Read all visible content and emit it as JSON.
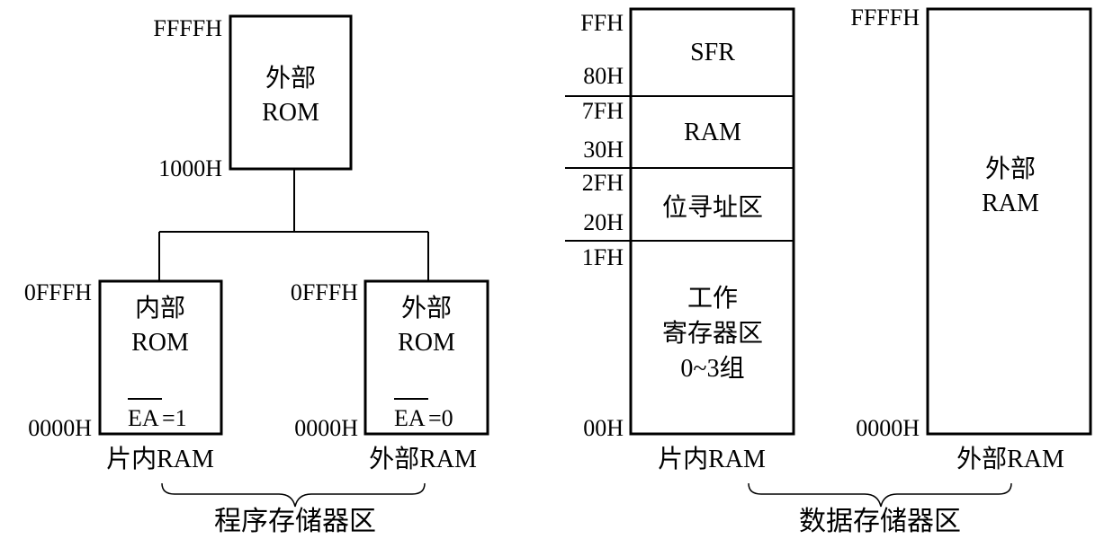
{
  "program_memory": {
    "ext_rom": {
      "line1": "外部",
      "line2": "ROM",
      "addr_top": "FFFFH",
      "addr_bottom": "1000H"
    },
    "int_rom": {
      "line1": "内部",
      "line2": "ROM",
      "ea_label": "EA",
      "ea_value": "=1",
      "addr_top": "0FFFH",
      "addr_bottom": "0000H",
      "caption": "片内RAM"
    },
    "ext_rom_low": {
      "line1": "外部",
      "line2": "ROM",
      "ea_label": "EA",
      "ea_value": "=0",
      "addr_top": "0FFFH",
      "addr_bottom": "0000H",
      "caption": "外部RAM"
    },
    "group_label": "程序存储器区"
  },
  "data_memory": {
    "internal": {
      "sfr": {
        "label": "SFR",
        "addr_top": "FFH",
        "addr_bottom": "80H"
      },
      "ram": {
        "label": "RAM",
        "addr_top": "7FH",
        "addr_bottom": "30H"
      },
      "bit": {
        "label": "位寻址区",
        "addr_top": "2FH",
        "addr_bottom": "20H"
      },
      "work": {
        "line1": "工作",
        "line2": "寄存器区",
        "line3": "0~3组",
        "addr_top": "1FH",
        "addr_bottom": "00H"
      },
      "caption": "片内RAM"
    },
    "external": {
      "line1": "外部",
      "line2": "RAM",
      "addr_top": "FFFFH",
      "addr_bottom": "0000H",
      "caption": "外部RAM"
    },
    "group_label": "数据存储器区"
  }
}
